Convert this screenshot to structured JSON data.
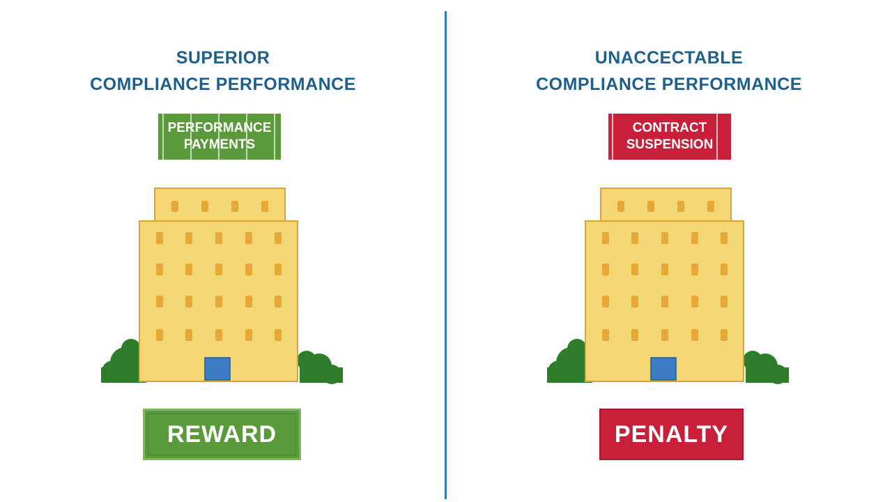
{
  "left": {
    "heading_line1": "SUPERIOR",
    "heading_line2": "COMPLIANCE PERFORMANCE",
    "tag_line1": "PERFORMANCE",
    "tag_line2": "PAYMENTS",
    "badge": "REWARD"
  },
  "right": {
    "heading_line1": "UNACCECTABLE",
    "heading_line2": "COMPLIANCE PERFORMANCE",
    "tag_line1": "CONTRACT",
    "tag_line2": "SUSPENSION",
    "badge": "PENALTY"
  },
  "colors": {
    "heading": "#1f5f8b",
    "green": "#5a9a3a",
    "red": "#c8203a",
    "building": "#f2d774",
    "window": "#e8a838",
    "door": "#3b7cc4",
    "bush": "#2e7d2a",
    "divider": "#2c7bbd"
  }
}
